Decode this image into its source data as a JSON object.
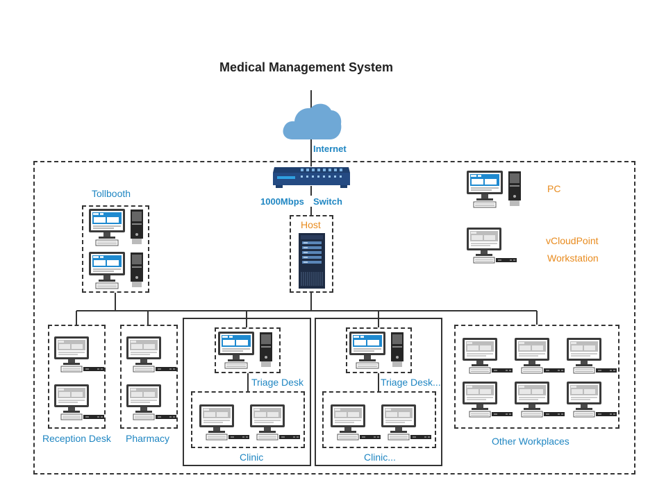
{
  "title": "Medical Management System",
  "labels": {
    "internet": "Internet",
    "switch_speed": "1000Mbps",
    "switch": "Switch",
    "host": "Host",
    "tollbooth": "Tollbooth",
    "legend_pc": "PC",
    "legend_vcloud_1": "vCloudPoint",
    "legend_vcloud_2": "Workstation",
    "reception": "Reception Desk",
    "pharmacy": "Pharmacy",
    "triage_1": "Triage Desk",
    "triage_2": "Triage Desk...",
    "clinic_1": "Clinic",
    "clinic_2": "Clinic...",
    "other": "Other Workplaces"
  },
  "colors": {
    "label_blue": "#1f86c2",
    "label_orange": "#e88b1e",
    "cloud": "#6fa8d6",
    "switch": "#1e3f6e",
    "screen_pc": "#1f8ad0",
    "screen_thin": "#bdbdbd"
  }
}
